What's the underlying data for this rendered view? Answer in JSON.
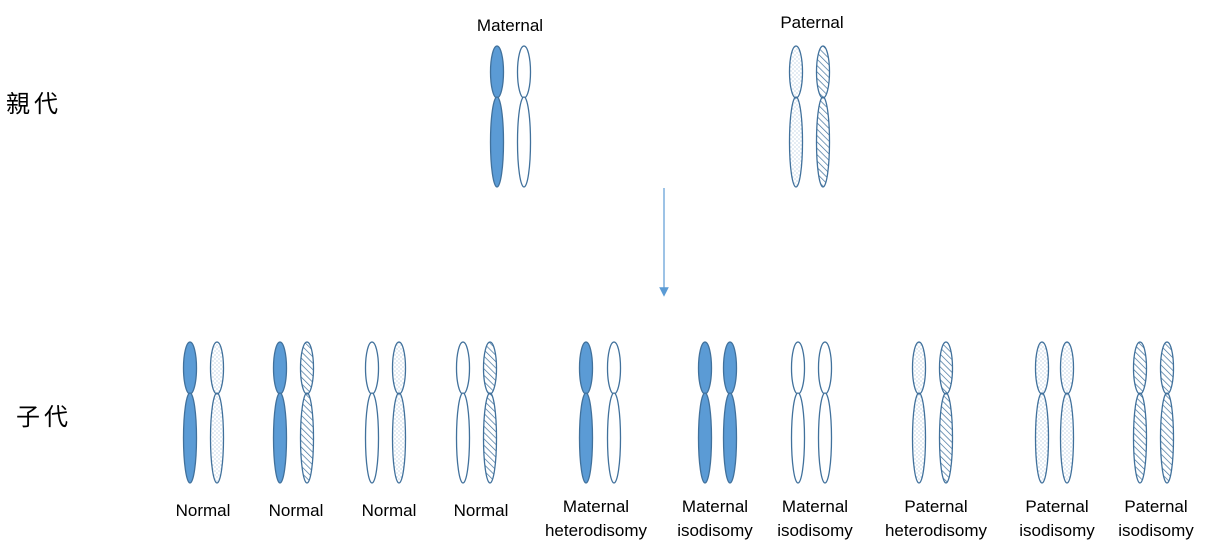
{
  "generations": {
    "parent": "親代",
    "offspring": "子代"
  },
  "parents": {
    "maternal_label": "Maternal",
    "paternal_label": "Paternal",
    "maternal": [
      "solid",
      "empty"
    ],
    "paternal": [
      "dotted",
      "hatched"
    ]
  },
  "offspring": [
    {
      "label": [
        "Normal"
      ],
      "pair": [
        "solid",
        "dotted"
      ]
    },
    {
      "label": [
        "Normal"
      ],
      "pair": [
        "solid",
        "hatched"
      ]
    },
    {
      "label": [
        "Normal"
      ],
      "pair": [
        "empty",
        "dotted"
      ]
    },
    {
      "label": [
        "Normal"
      ],
      "pair": [
        "empty",
        "hatched"
      ]
    },
    {
      "label": [
        "Maternal",
        "heterodisomy"
      ],
      "pair": [
        "solid",
        "empty"
      ]
    },
    {
      "label": [
        "Maternal",
        "isodisomy"
      ],
      "pair": [
        "solid",
        "solid"
      ]
    },
    {
      "label": [
        "Maternal",
        "isodisomy"
      ],
      "pair": [
        "empty",
        "empty"
      ]
    },
    {
      "label": [
        "Paternal",
        "heterodisomy"
      ],
      "pair": [
        "dotted",
        "hatched"
      ]
    },
    {
      "label": [
        "Paternal",
        "isodisomy"
      ],
      "pair": [
        "dotted",
        "dotted"
      ]
    },
    {
      "label": [
        "Paternal",
        "isodisomy"
      ],
      "pair": [
        "hatched",
        "hatched"
      ]
    }
  ],
  "colors": {
    "fill": "#5b9bd5",
    "outline": "#41719c",
    "arrow": "#5b9bd5"
  }
}
